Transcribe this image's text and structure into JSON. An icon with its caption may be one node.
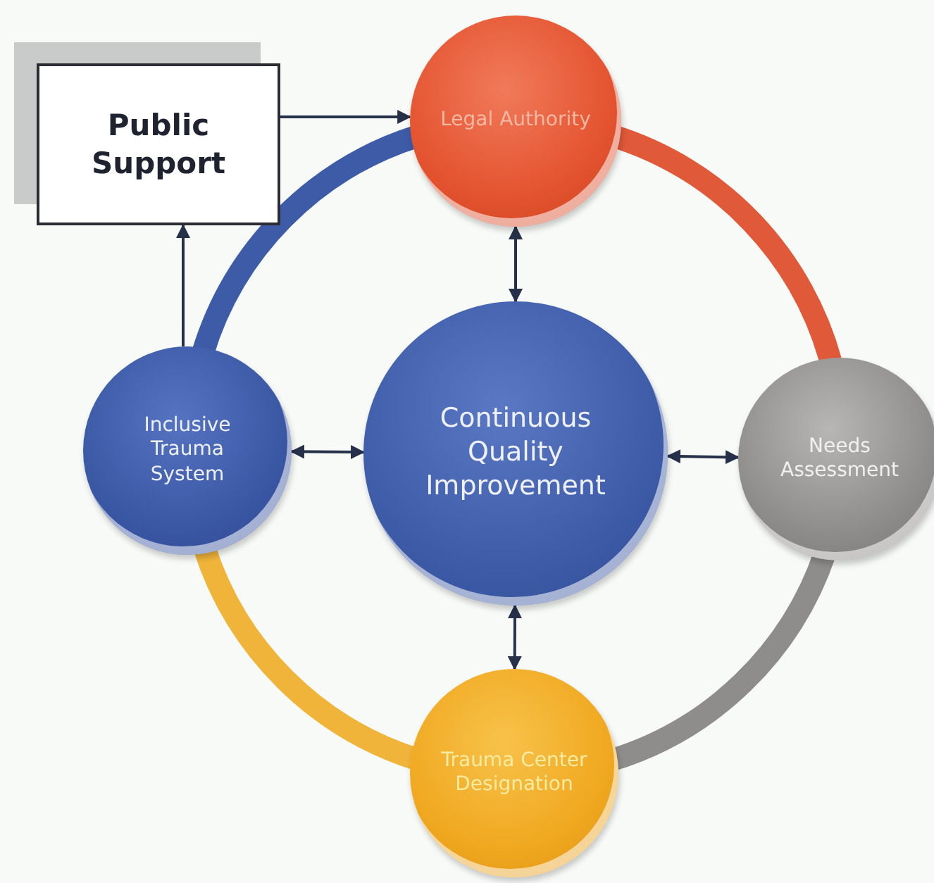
{
  "diagram": {
    "nodes": [
      {
        "text": [
          "Public Support"
        ]
      },
      {
        "text": [
          "Legal Authority"
        ]
      },
      {
        "text": [
          "Needs Assessment"
        ]
      },
      {
        "text": [
          "Trauma Center Designation"
        ]
      },
      {
        "text": [
          "Inclusive Trauma System"
        ]
      },
      {
        "text": [
          "Continuous Quality Improvement"
        ]
      }
    ],
    "edges": [
      {
        "from": 0,
        "to": 1,
        "arrow": "to"
      },
      {
        "from": 4,
        "to": 0,
        "arrow": "to"
      },
      {
        "from": 5,
        "to": 1,
        "arrow": "both"
      },
      {
        "from": 5,
        "to": 4,
        "arrow": "both"
      },
      {
        "from": 5,
        "to": 2,
        "arrow": "both"
      },
      {
        "from": 5,
        "to": 3,
        "arrow": "both"
      },
      {
        "from": 4,
        "to": 1,
        "arrow": "none",
        "style": "thick",
        "color": "#3d5ba6"
      },
      {
        "from": 1,
        "to": 2,
        "arrow": "none",
        "style": "thick",
        "color": "#e05a3a"
      },
      {
        "from": 2,
        "to": 3,
        "arrow": "none",
        "style": "thick",
        "color": "#8f8d8b"
      },
      {
        "from": 3,
        "to": 4,
        "arrow": "none",
        "style": "thick",
        "color": "#f0b43a"
      }
    ]
  }
}
